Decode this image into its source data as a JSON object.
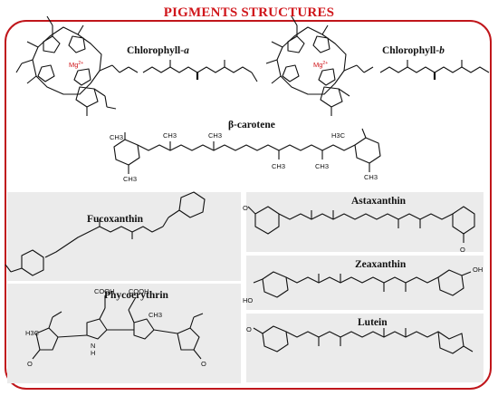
{
  "title": "PIGMENTS STRUCTURES",
  "pigments": {
    "chlorophyll_a": {
      "name_prefix": "Chlorophyll-",
      "name_suffix": "a",
      "metal": "Mg",
      "charge": "2+"
    },
    "chlorophyll_b": {
      "name_prefix": "Chlorophyll-",
      "name_suffix": "b",
      "metal": "Mg",
      "charge": "2+"
    },
    "beta_carotene": {
      "name": "β-carotene"
    },
    "fucoxanthin": {
      "name": "Fucoxanthin"
    },
    "astaxanthin": {
      "name": "Astaxanthin"
    },
    "phycoerythrin": {
      "name": "Phycoerythrin"
    },
    "zeaxanthin": {
      "name": "Zeaxanthin"
    },
    "lutein": {
      "name": "Lutein"
    }
  },
  "atom_labels": {
    "ch3": "CH3",
    "h3c": "H3C",
    "cooh": "COOH",
    "oxygen": "O",
    "ho": "HO",
    "oh": "OH",
    "nh": "N",
    "h": "H"
  },
  "colors": {
    "frame": "#c0161b",
    "title": "#d0161b",
    "panel": "#ebebeb",
    "bond": "#111111",
    "metal": "#d0161b"
  }
}
